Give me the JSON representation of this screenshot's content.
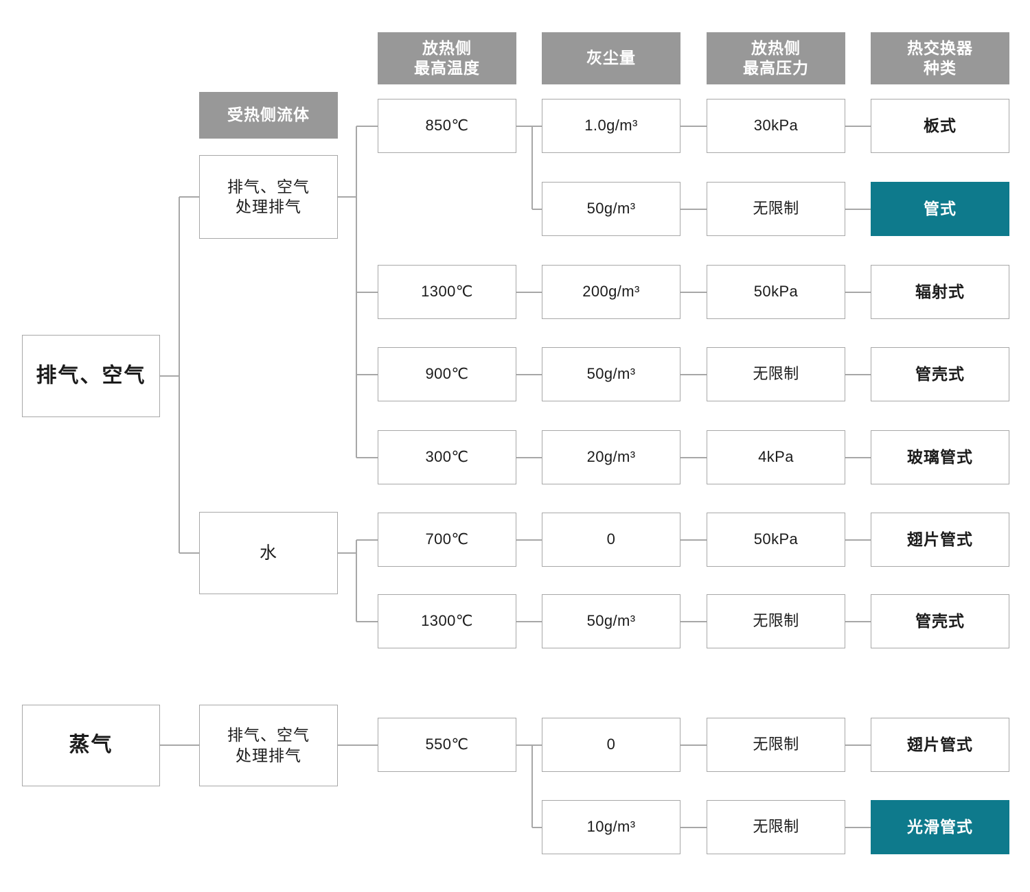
{
  "colors": {
    "header_gray": "#989898",
    "highlight_teal": "#0e7a8c",
    "border": "#a7a7a7",
    "text": "#1b1b1b",
    "background": "#ffffff"
  },
  "headers": {
    "heated_side_fluid": "受热侧流体",
    "release_side_max_temp": "放热侧\n最高温度",
    "dust_amount": "灰尘量",
    "release_side_max_pressure": "放热侧\n最高压力",
    "heat_exchanger_type": "热交换器\n种类"
  },
  "groups": [
    {
      "root": "排气、空气",
      "branches": [
        {
          "fluid": "排气、空气\n处理排气",
          "rows": [
            {
              "temp": "850℃",
              "dust": "1.0g/m³",
              "pressure": "30kPa",
              "type": "板式",
              "highlight": false
            },
            {
              "temp": "",
              "dust": "50g/m³",
              "pressure": "无限制",
              "type": "管式",
              "highlight": true
            },
            {
              "temp": "1300℃",
              "dust": "200g/m³",
              "pressure": "50kPa",
              "type": "辐射式",
              "highlight": false
            },
            {
              "temp": "900℃",
              "dust": "50g/m³",
              "pressure": "无限制",
              "type": "管壳式",
              "highlight": false
            },
            {
              "temp": "300℃",
              "dust": "20g/m³",
              "pressure": "4kPa",
              "type": "玻璃管式",
              "highlight": false
            }
          ]
        },
        {
          "fluid": "水",
          "rows": [
            {
              "temp": "700℃",
              "dust": "0",
              "pressure": "50kPa",
              "type": "翅片管式",
              "highlight": false
            },
            {
              "temp": "1300℃",
              "dust": "50g/m³",
              "pressure": "无限制",
              "type": "管壳式",
              "highlight": false
            }
          ]
        }
      ]
    },
    {
      "root": "蒸气",
      "branches": [
        {
          "fluid": "排气、空气\n处理排气",
          "rows": [
            {
              "temp": "550℃",
              "dust": "0",
              "pressure": "无限制",
              "type": "翅片管式",
              "highlight": false
            },
            {
              "temp": "",
              "dust": "10g/m³",
              "pressure": "无限制",
              "type": "光滑管式",
              "highlight": true
            }
          ]
        }
      ]
    }
  ],
  "cells": {
    "h_temp": "放热侧\n最高温度",
    "h_dust": "灰尘量",
    "h_pres": "放热侧\n最高压力",
    "h_type": "热交换器\n种类",
    "h_fluid": "受热侧流体",
    "root_a": "排气、空气",
    "root_b": "蒸气",
    "fluid_a1": "排气、空气\n处理排气",
    "fluid_a2": "水",
    "fluid_b1": "排气、空气\n处理排气",
    "t_850": "850℃",
    "t_1300a": "1300℃",
    "t_900": "900℃",
    "t_300": "300℃",
    "t_700": "700℃",
    "t_1300b": "1300℃",
    "t_550": "550℃",
    "d_r1": "1.0g/m³",
    "d_r2": "50g/m³",
    "d_r3": "200g/m³",
    "d_r4": "50g/m³",
    "d_r5": "20g/m³",
    "d_r6": "0",
    "d_r7": "50g/m³",
    "d_r8": "0",
    "d_r9": "10g/m³",
    "p_r1": "30kPa",
    "p_r2": "无限制",
    "p_r3": "50kPa",
    "p_r4": "无限制",
    "p_r5": "4kPa",
    "p_r6": "50kPa",
    "p_r7": "无限制",
    "p_r8": "无限制",
    "p_r9": "无限制",
    "y_r1": "板式",
    "y_r2": "管式",
    "y_r3": "辐射式",
    "y_r4": "管壳式",
    "y_r5": "玻璃管式",
    "y_r6": "翅片管式",
    "y_r7": "管壳式",
    "y_r8": "翅片管式",
    "y_r9": "光滑管式"
  }
}
